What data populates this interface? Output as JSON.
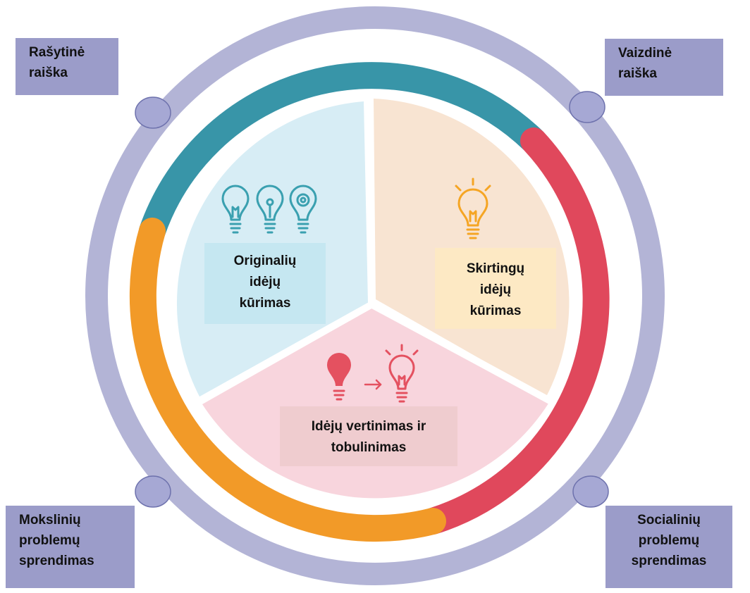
{
  "corners": {
    "top_left": [
      "Rašytinė",
      "raiška"
    ],
    "top_right": [
      "Vaizdinė",
      "raiška"
    ],
    "bottom_left": [
      "Mokslinių",
      "problemų",
      "sprendimas"
    ],
    "bottom_right": [
      "Socialinių",
      "problemų",
      "sprendimas"
    ]
  },
  "sectors": {
    "original": [
      "Originalių",
      "idėjų",
      "kūrimas"
    ],
    "different": [
      "Skirtingų",
      "idėjų",
      "kūrimas"
    ],
    "evaluation": [
      "Idėjų vertinimas ir",
      "tobulinimas"
    ]
  },
  "colors": {
    "outer_ring": "#b3b4d6",
    "node_fill": "#a6a8d4",
    "node_stroke": "#6e72ad",
    "label_box": "#9b9cc9",
    "arc_teal": "#3895a8",
    "arc_red": "#e0485c",
    "arc_orange": "#f29a28",
    "sector_blue": "#d7edf5",
    "sector_peach": "#f8e4d2",
    "sector_pink": "#f8d5dd",
    "icon_teal": "#3aa0b0",
    "icon_orange": "#f5a524",
    "icon_red": "#e45160"
  },
  "icons": [
    "lightbulb-icon",
    "lightbulb-filament-icon",
    "lightbulb-target-icon",
    "lightbulb-shining-icon",
    "arrow-right-icon"
  ]
}
